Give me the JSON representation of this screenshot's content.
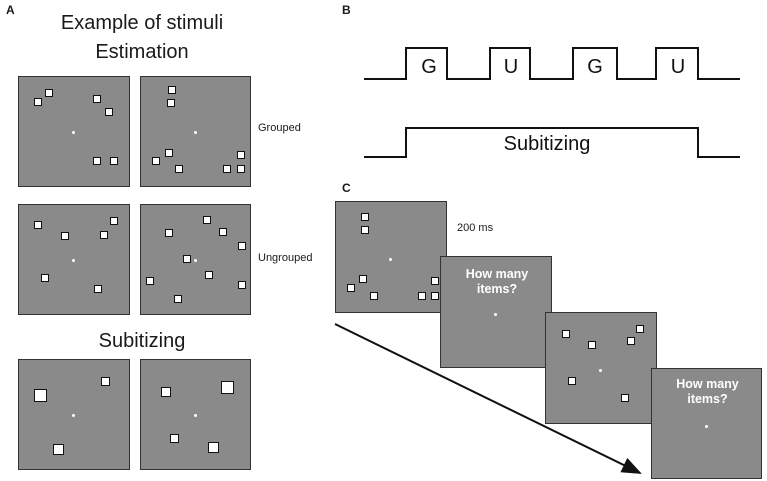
{
  "panel_a": {
    "letter": "A",
    "title": "Example of stimuli",
    "estimation_heading": "Estimation",
    "grouped_label": "Grouped",
    "ungrouped_label": "Ungrouped",
    "subitizing_heading": "Subitizing"
  },
  "panel_b": {
    "letter": "B",
    "block_labels": [
      "G",
      "U",
      "G",
      "U"
    ],
    "subitizing_label": "Subitizing"
  },
  "panel_c": {
    "letter": "C",
    "duration_label": "200 ms",
    "question_line1": "How many",
    "question_line2": "items?"
  },
  "colors": {
    "stimulus_background": "#8a8a8a",
    "item_fill": "#ffffff",
    "outline": "#111111"
  }
}
